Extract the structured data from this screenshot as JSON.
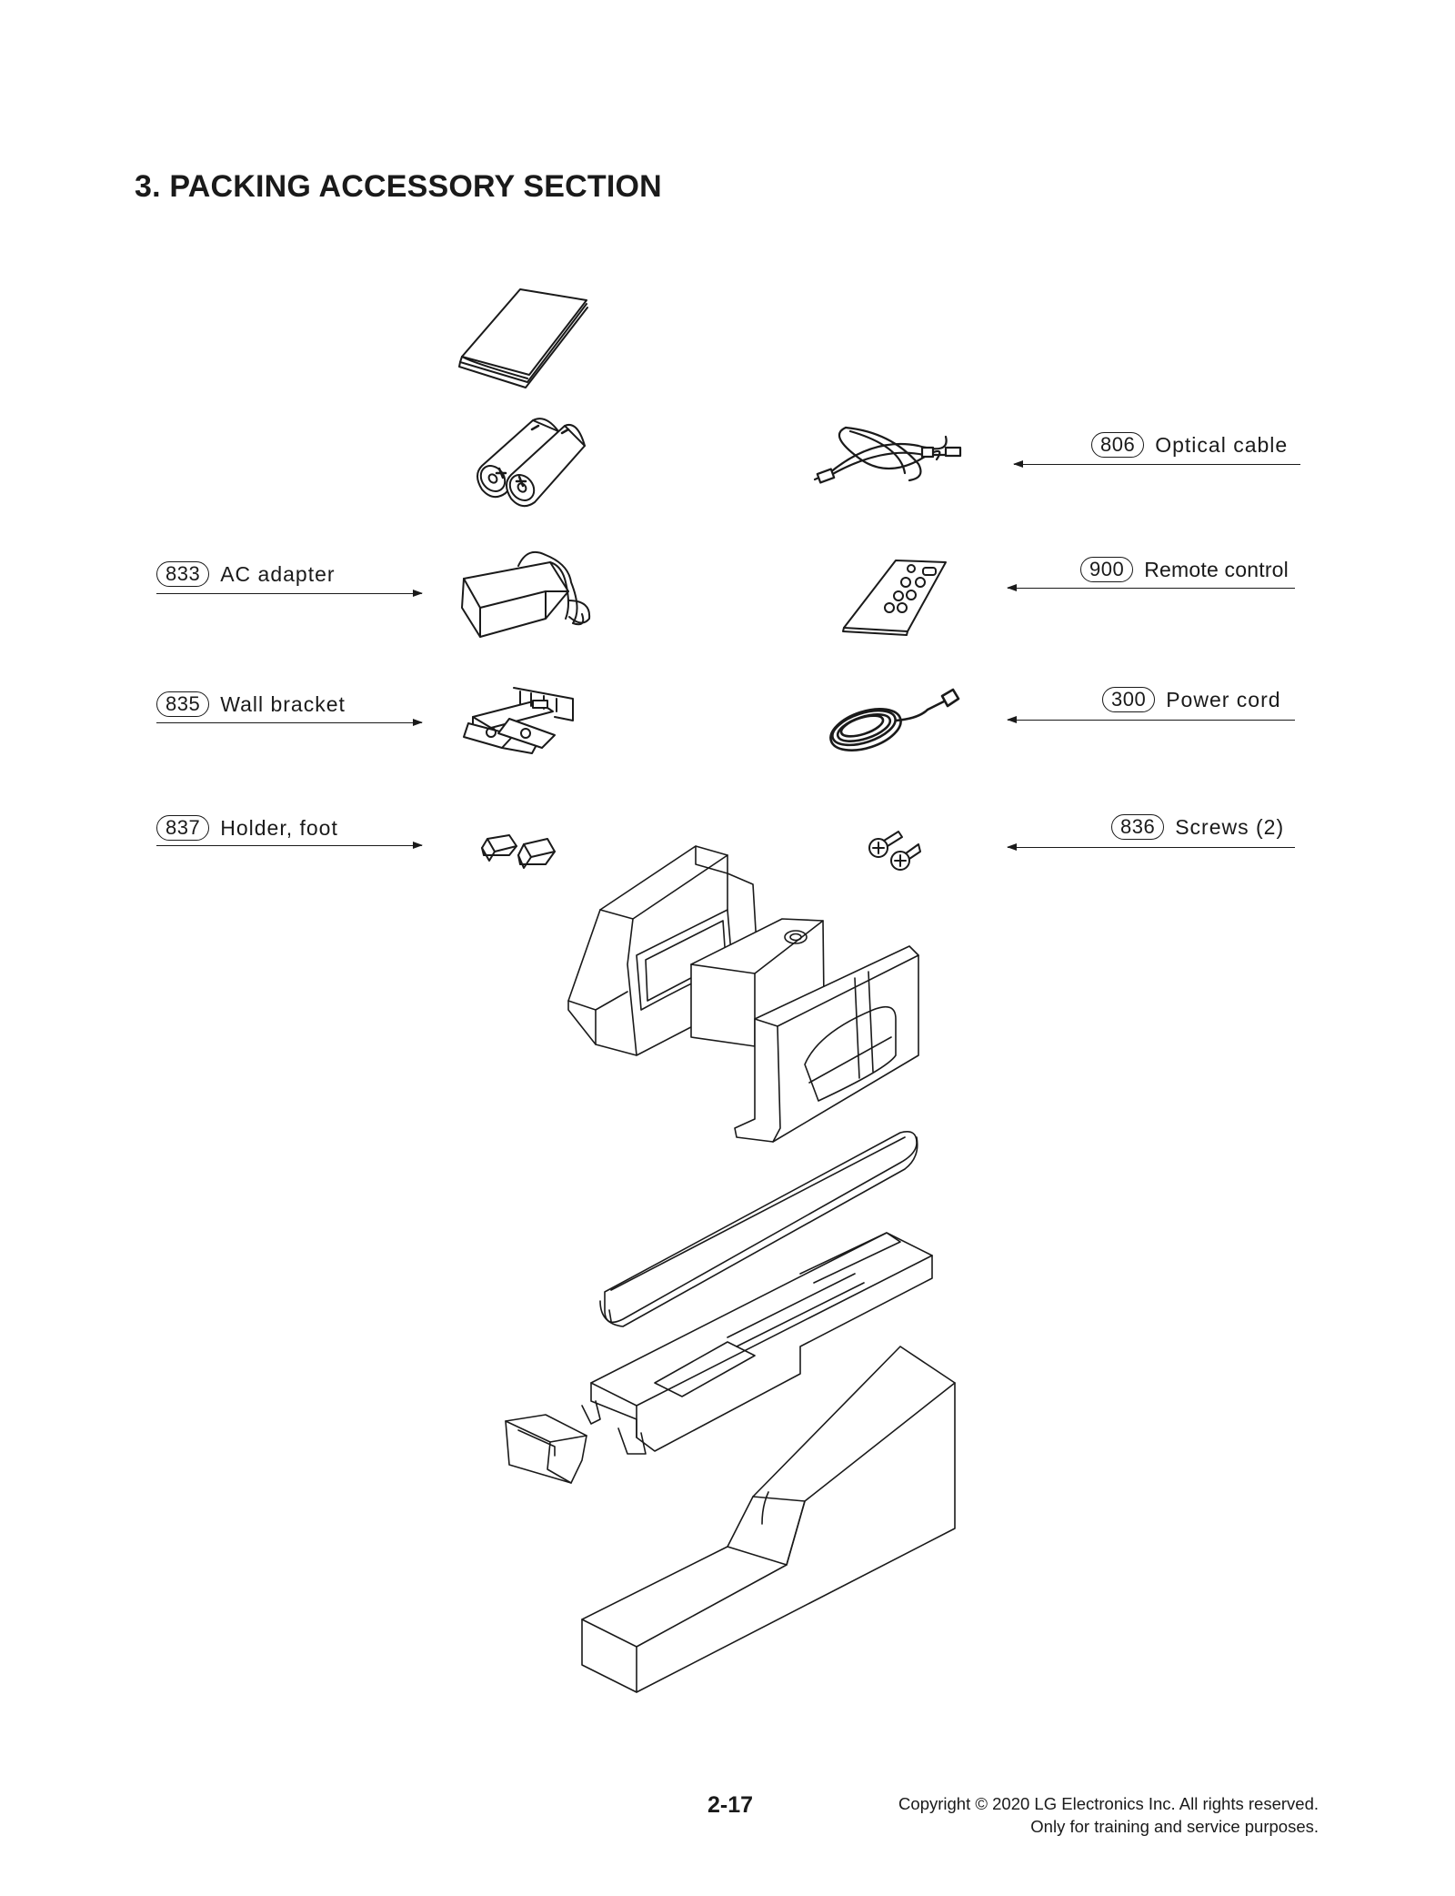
{
  "section_title": "3. PACKING ACCESSORY SECTION",
  "parts": [
    {
      "number": "806",
      "name": "Optical cable"
    },
    {
      "number": "833",
      "name": "AC adapter"
    },
    {
      "number": "900",
      "name": "Remote control"
    },
    {
      "number": "835",
      "name": "Wall bracket"
    },
    {
      "number": "300",
      "name": "Power cord"
    },
    {
      "number": "837",
      "name": "Holder, foot"
    },
    {
      "number": "836",
      "name": "Screws (2)"
    }
  ],
  "footer": {
    "page_number": "2-17",
    "copyright_line1": "Copyright © 2020 LG Electronics Inc. All rights reserved.",
    "copyright_line2": "Only for training and service purposes."
  }
}
